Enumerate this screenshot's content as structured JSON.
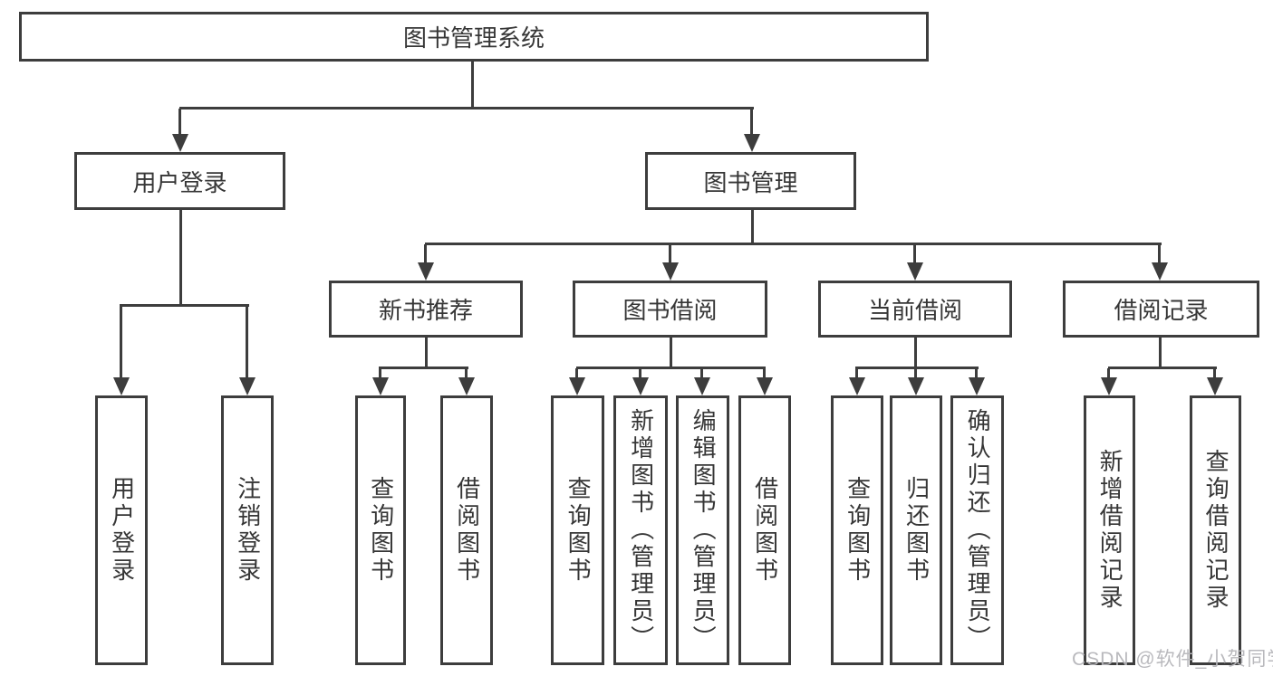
{
  "tree": {
    "root": {
      "label": "图书管理系统"
    },
    "branches": [
      {
        "label": "用户登录",
        "leaves": [
          {
            "label": "用户登录"
          },
          {
            "label": "注销登录"
          }
        ]
      },
      {
        "label": "图书管理",
        "groups": [
          {
            "label": "新书推荐",
            "leaves": [
              {
                "label": "查询图书"
              },
              {
                "label": "借阅图书"
              }
            ]
          },
          {
            "label": "图书借阅",
            "leaves": [
              {
                "label": "查询图书"
              },
              {
                "label": "新增图书（管理员）"
              },
              {
                "label": "编辑图书（管理员）"
              },
              {
                "label": "借阅图书"
              }
            ]
          },
          {
            "label": "当前借阅",
            "leaves": [
              {
                "label": "查询图书"
              },
              {
                "label": "归还图书"
              },
              {
                "label": "确认归还（管理员）"
              }
            ]
          },
          {
            "label": "借阅记录",
            "leaves": [
              {
                "label": "新增借阅记录"
              },
              {
                "label": "查询借阅记录"
              }
            ]
          }
        ]
      }
    ]
  },
  "watermark": "CSDN @软件_小贺同学",
  "colors": {
    "line": "#3d3d3d",
    "text": "#363636",
    "watermark": "#b6b6ba",
    "background": "#ffffff"
  }
}
